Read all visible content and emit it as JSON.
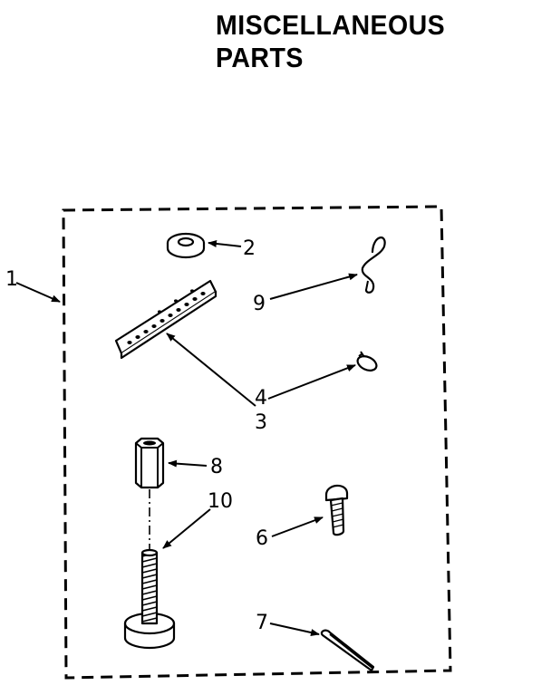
{
  "title": "MISCELLANEOUS PARTS",
  "callouts": {
    "c1": "1",
    "c2": "2",
    "c3": "3",
    "c4": "4",
    "c6": "6",
    "c7": "7",
    "c8": "8",
    "c9": "9",
    "c10": "10"
  }
}
